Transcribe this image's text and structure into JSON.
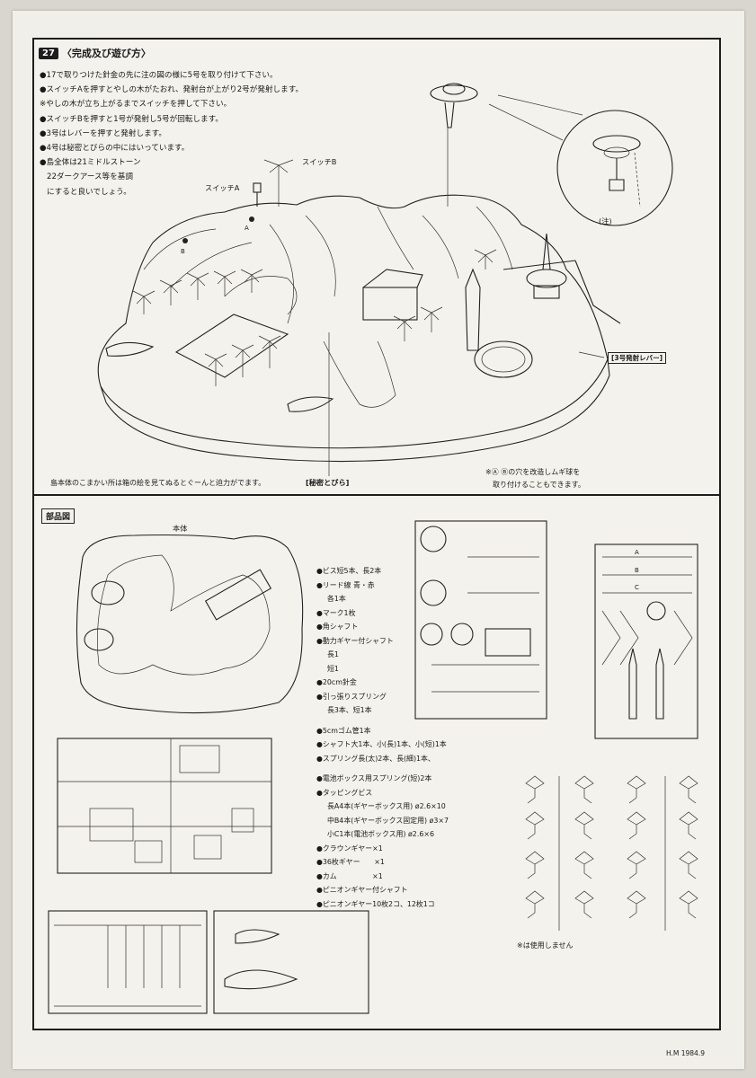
{
  "step": {
    "number": "27",
    "title": "〈完成及び遊び方〉"
  },
  "instructions": [
    "●17で取りつけた針金の先に注の図の様に5号を取り付けて下さい。",
    "●スイッチAを押すとやしの木がたおれ、発射台が上がり2号が発射します。",
    "※やしの木が立ち上がるまでスイッチを押して下さい。",
    "●スイッチBを押すと1号が発射し5号が回転します。",
    "●3号はレバーを押すと発射します。",
    "●4号は秘密とびらの中にはいっています。",
    "●島全体は21ミドルストーン",
    "22ダークアース等を基調",
    "にすると良いでしょう。"
  ],
  "diagram_labels": {
    "switch_a": "スイッチA",
    "switch_b": "スイッチB",
    "note_callout": "(注)",
    "lever": "[3号発射レバー]",
    "secret_door": "[秘密とびら]",
    "mark_a": "A",
    "mark_b": "B"
  },
  "captions": {
    "detail_note": "島本体のこまかい所は箱の絵を見てぬるとぐーんと迫力がでます。",
    "holes_note_1": "※Ⓐ Ⓑの穴を改造しムギ球を",
    "holes_note_2": "取り付けることもできます。"
  },
  "parts": {
    "heading": "部品図",
    "body_label": "本体",
    "list": [
      {
        "text": "●ビス短5本、長2本"
      },
      {
        "text": "●リード線 青・赤"
      },
      {
        "text": "各1本",
        "indent": true
      },
      {
        "text": "●マーク1枚"
      },
      {
        "text": "●角シャフト"
      },
      {
        "text": "●動力ギヤー付シャフト"
      },
      {
        "text": "長1",
        "indent": true
      },
      {
        "text": "短1",
        "indent": true
      },
      {
        "text": "●20cm針金"
      },
      {
        "text": "●引っ張りスプリング"
      },
      {
        "text": "長3本、短1本",
        "indent": true
      },
      {
        "text": "●5cmゴム管1本",
        "gap": true
      },
      {
        "text": "●シャフト大1本、小(長)1本、小(短)1本"
      },
      {
        "text": "●スプリング長(太)2本、長(細)1本、"
      },
      {
        "text": "●電池ボックス用スプリング(短)2本",
        "gap": true
      },
      {
        "text": "●タッピングビス"
      },
      {
        "text": "長A4本(ギヤーボックス用) ø2.6×10",
        "indent": true
      },
      {
        "text": "中B4本(ギヤーボックス固定用) ø3×7",
        "indent": true
      },
      {
        "text": "小C1本(電池ボックス用) ø2.6×6",
        "indent": true
      },
      {
        "text": "●クラウンギヤー×1"
      },
      {
        "text": "●36枚ギヤー　　×1"
      },
      {
        "text": "●カム　　　　　×1"
      },
      {
        "text": "●ピニオンギヤー付シャフト"
      },
      {
        "text": "●ピニオンギヤー10枚2コ、12枚1コ"
      }
    ],
    "unused_note": "※は使用しません",
    "runner_labels": {
      "a": "A",
      "b": "B",
      "c": "C"
    }
  },
  "imprint": "H.M 1984.9"
}
